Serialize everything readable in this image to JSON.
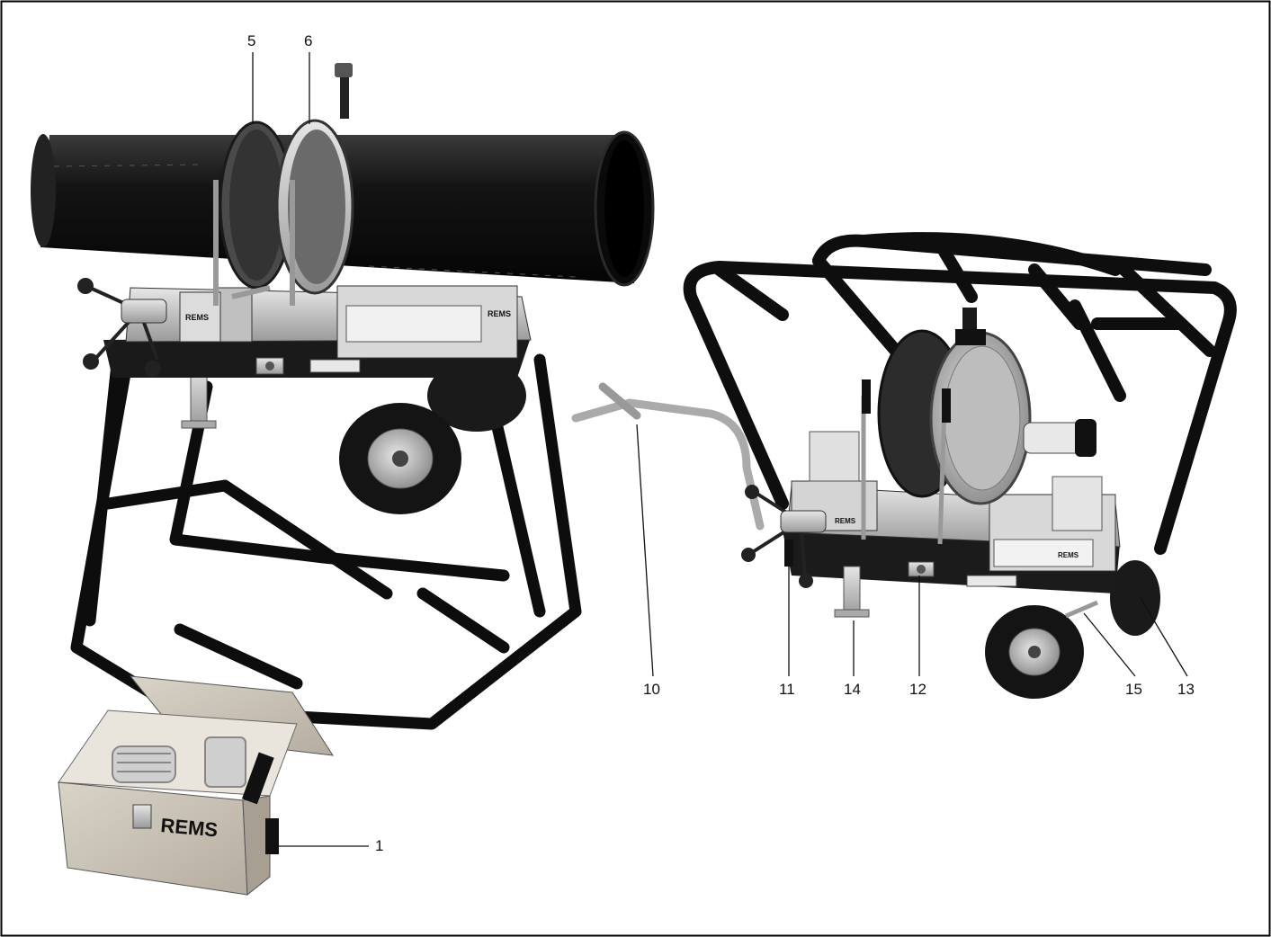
{
  "callouts": {
    "c5": "5",
    "c6": "6",
    "c10": "10",
    "c11": "11",
    "c14": "14",
    "c12": "12",
    "c15": "15",
    "c13": "13",
    "c1": "1"
  },
  "brand": {
    "box_logo": "REMS",
    "unit_logo_left": "REMS",
    "unit_logo_right": "REMS",
    "plate_logo_left": "REMS",
    "plate_logo_right": "REMS"
  },
  "colors": {
    "frame": "#111111",
    "pipe": "#1a1a1a",
    "metal": "#c8c8c8",
    "wood": "#cfc8bc"
  }
}
